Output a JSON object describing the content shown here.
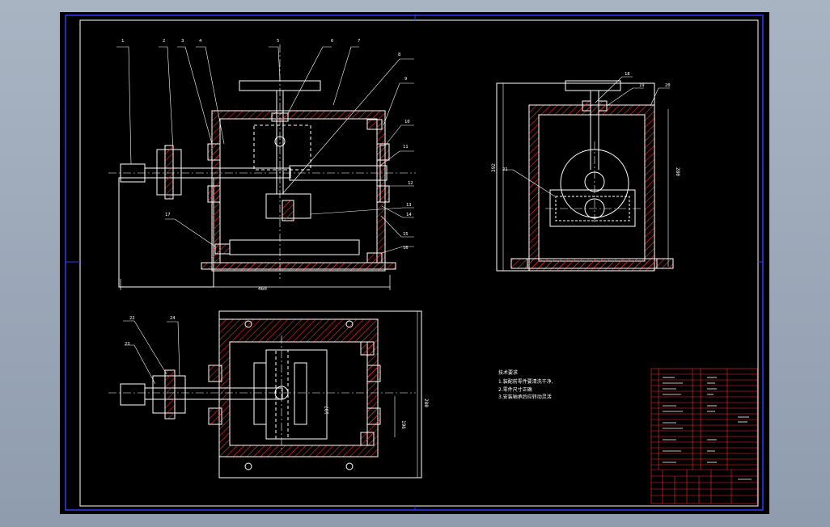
{
  "colors": {
    "background": "#000000",
    "line": "#ffffff",
    "frame": "#2a3cff",
    "hatch": "#ff2a2a",
    "titleblock": "#ff2a2a",
    "note_text": "#ffffff"
  },
  "balloons": {
    "b1": "1",
    "b2": "2",
    "b3": "3",
    "b4": "4",
    "b5": "5",
    "b6": "6",
    "b7": "7",
    "b8": "8",
    "b9": "9",
    "b10": "10",
    "b11": "11",
    "b12": "12",
    "b13": "13",
    "b14": "14",
    "b15": "15",
    "b16": "16",
    "b17": "17",
    "b18": "18",
    "b19": "19",
    "b20": "20",
    "b21": "21",
    "b22": "22",
    "b23": "23",
    "b24": "24"
  },
  "dimensions": {
    "front_width": "460",
    "side_height": "392",
    "side_right": "280",
    "top_right": "280",
    "top_inner": "196",
    "top_mid": "197"
  },
  "notes": {
    "heading": "技术要求",
    "line1": "1.装配前零件要清洗干净,",
    "line2": "2.零件尺寸正确",
    "line3": "3.安装轴承后应转动灵活"
  }
}
